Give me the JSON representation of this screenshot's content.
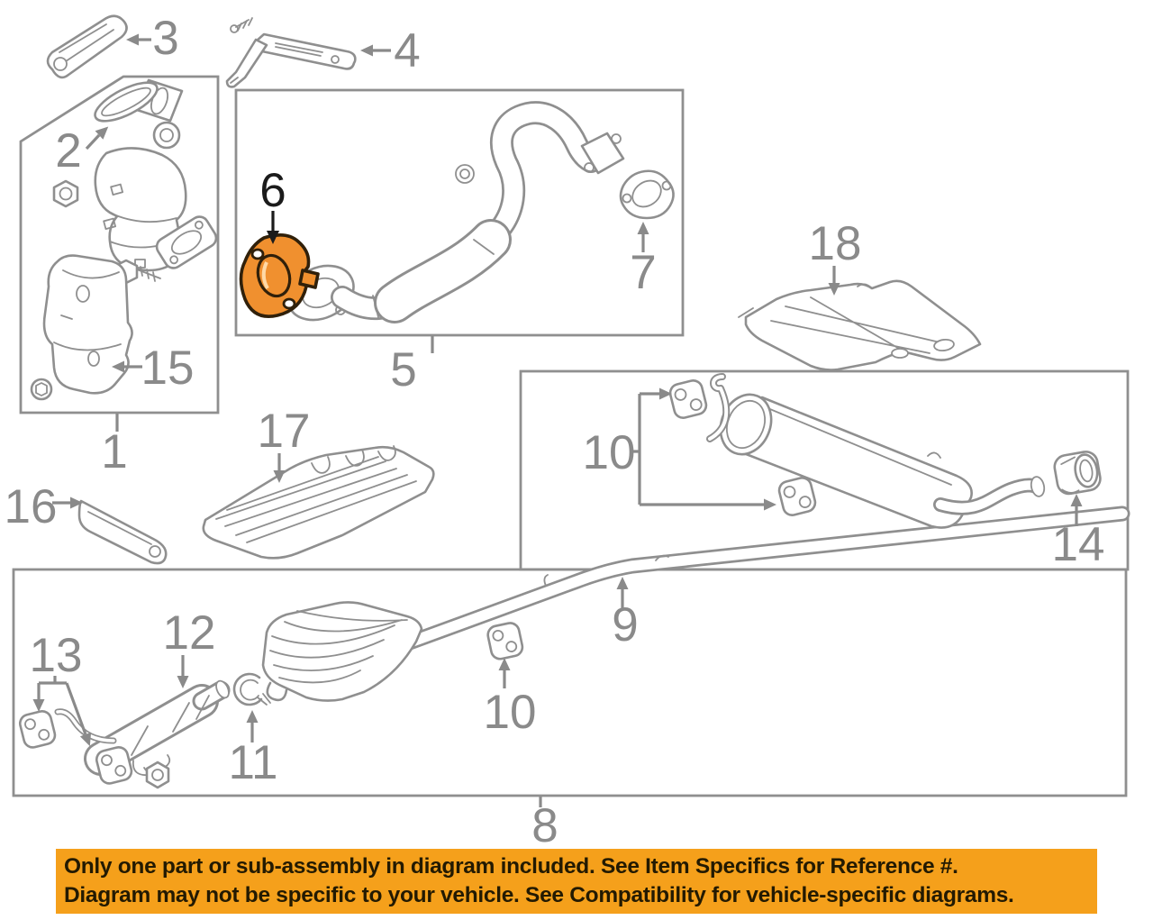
{
  "banner": {
    "line1": "Only one part or sub-assembly in diagram included. See Item Specifics for Reference #.",
    "line2": "Diagram may not be specific to your vehicle. See Compatibility for vehicle-specific diagrams.",
    "bg_color": "#F5A01B",
    "text_color": "#231A02"
  },
  "colors": {
    "diagram_line_gray": "#8F8F8F",
    "callout_gray": "#8A8A8A",
    "highlight_callout_black": "#1B1B1B",
    "highlighted_part_fill": "#F0902F",
    "highlighted_part_outline": "#30200A"
  },
  "highlighted_part_number": "6",
  "callouts": {
    "c1": "1",
    "c2": "2",
    "c3": "3",
    "c4": "4",
    "c5": "5",
    "c6": "6",
    "c7": "7",
    "c8": "8",
    "c9": "9",
    "c10a": "10",
    "c10b": "10",
    "c11": "11",
    "c12": "12",
    "c13": "13",
    "c14": "14",
    "c15": "15",
    "c16": "16",
    "c17": "17",
    "c18": "18"
  }
}
